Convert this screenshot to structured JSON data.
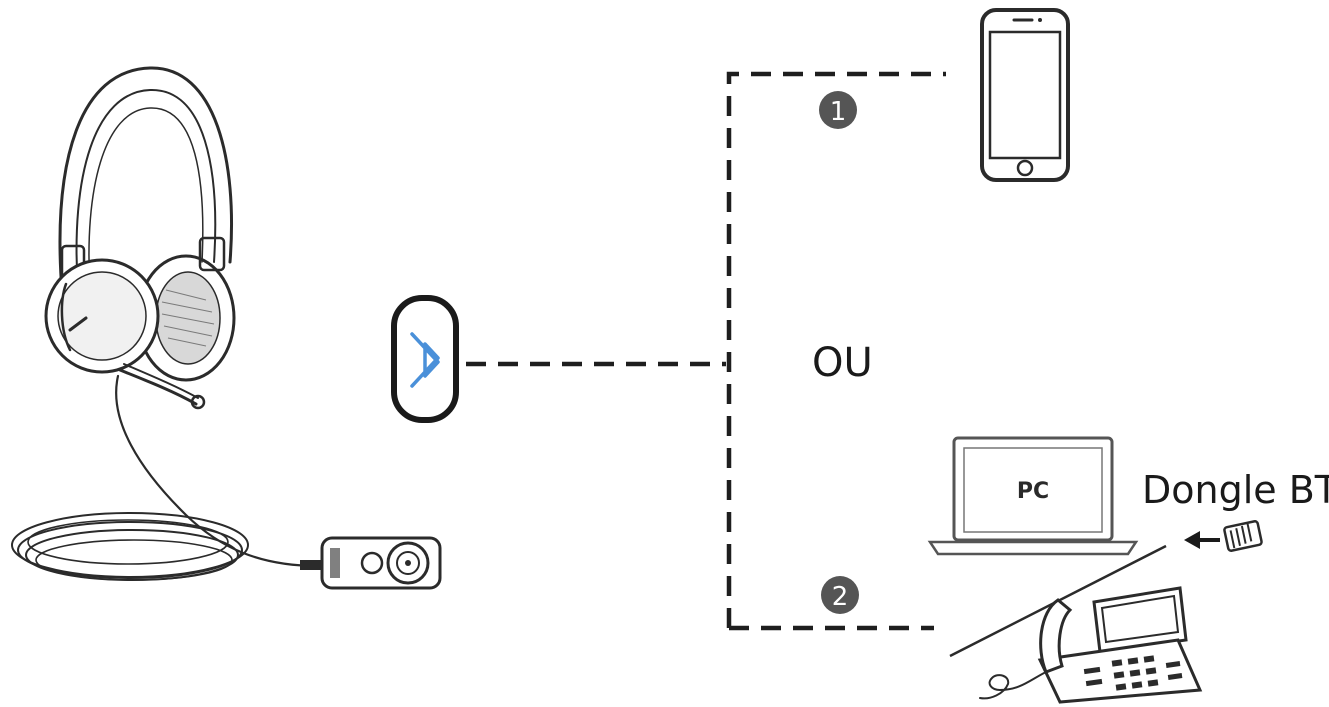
{
  "labels": {
    "or_text": "OU",
    "pc_text": "PC",
    "dongle_text": "Dongle BT"
  },
  "steps": [
    "1",
    "2"
  ],
  "icons": {
    "headset": "headset-icon",
    "usb_controller": "usb-controller-icon",
    "bluetooth": "bluetooth-icon",
    "phone": "smartphone-icon",
    "laptop": "laptop-icon",
    "dongle": "bluetooth-dongle-icon",
    "desk_phone": "desk-phone-icon",
    "arrow": "arrow-left-icon"
  },
  "colors": {
    "bluetooth_symbol": "#4a90d9",
    "step_badge": "#555555",
    "line": "#1e1e1e"
  }
}
